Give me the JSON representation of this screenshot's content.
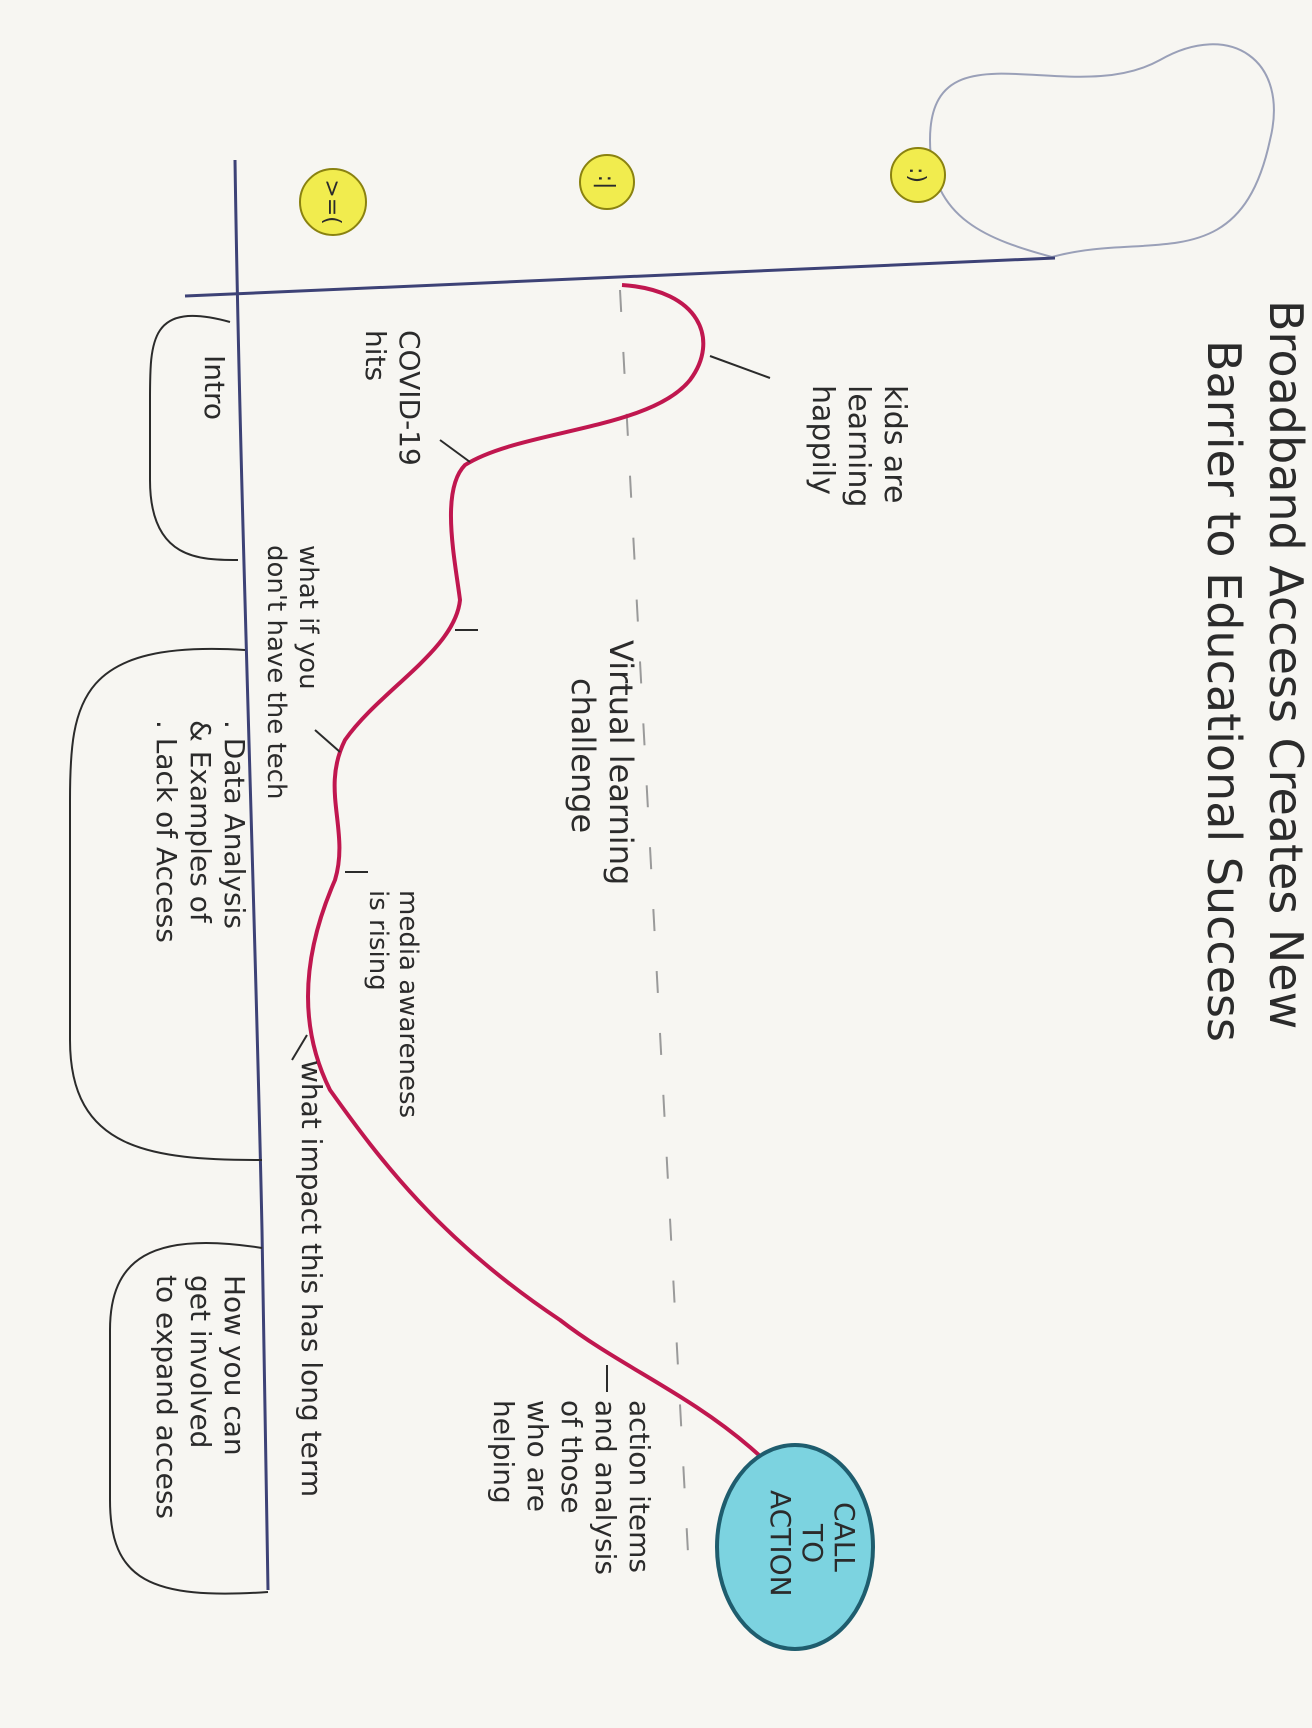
{
  "title": {
    "line1": "Broadband Access Creates New",
    "line2": "Barrier to Educational Success"
  },
  "mood_faces": {
    "happy": ":)",
    "neutral": ":|",
    "sad": ">=("
  },
  "sections": {
    "intro": "Intro",
    "middle_lines": [
      ". Data Analysis",
      "& Examples of",
      ". Lack of Access"
    ],
    "end_lines": [
      "How you can",
      "get involved",
      "to expand access"
    ]
  },
  "events": {
    "kids_learning": [
      "kids are",
      "learning",
      "happily"
    ],
    "covid": [
      "COVID-19",
      "hits"
    ],
    "virtual": [
      "Virtual learning",
      "challenge"
    ],
    "what_if": [
      "what if you",
      "don't have the tech"
    ],
    "media": [
      "media awareness",
      "is rising"
    ],
    "impact": "what impact this has long term",
    "action_items": [
      "action items",
      "and analysis",
      "of those",
      "who are",
      "helping"
    ]
  },
  "call_to_action": [
    "CALL",
    "TO",
    "ACTION"
  ],
  "colors": {
    "paper": "#f7f6f2",
    "ink": "#2b2b2b",
    "axis": "#3d4276",
    "story_line": "#c0174f",
    "face_fill": "#f1ec4e",
    "cta_fill": "#7cd3e0",
    "cta_stroke": "#1f5d6e"
  }
}
